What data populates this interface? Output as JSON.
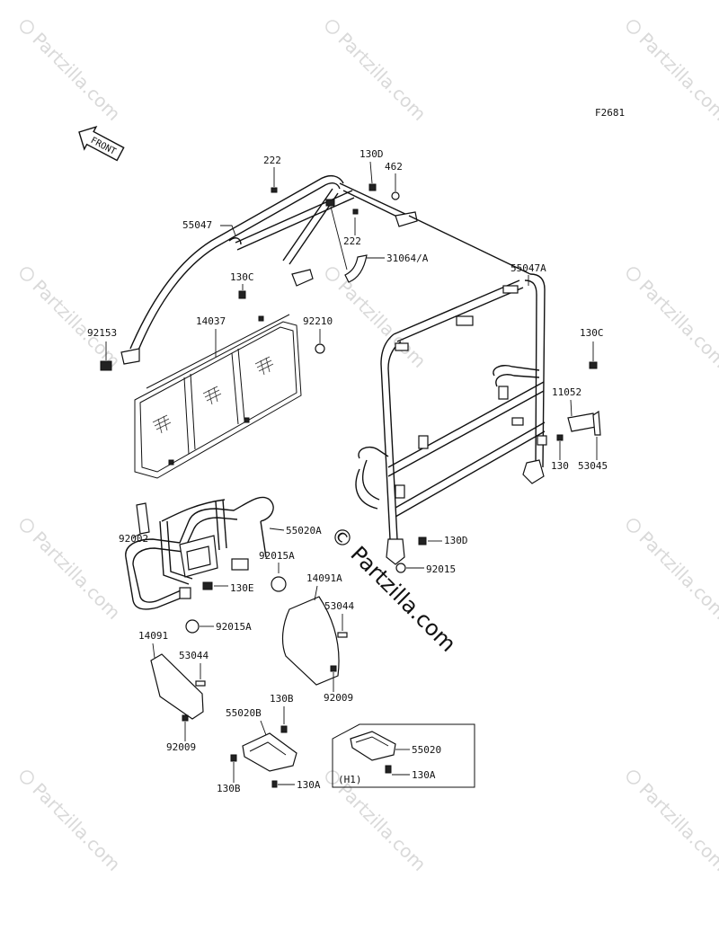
{
  "figure_id": "F2681",
  "front_arrow_label": "FRONT",
  "watermark_text": "Partzilla.com",
  "center_watermark": "© Partzilla.com",
  "callout_box_label": "(H1)",
  "labels": {
    "p222_top": "222",
    "p130D_top": "130D",
    "p462": "462",
    "p55047": "55047",
    "p222_mid": "222",
    "p31064A": "31064/A",
    "p55047A": "55047A",
    "p130C_left": "130C",
    "p92210": "92210",
    "p14037": "14037",
    "p92153": "92153",
    "p130C_right": "130C",
    "p11052": "11052",
    "p130_right": "130",
    "p53045": "53045",
    "p92002": "92002",
    "p55020A": "55020A",
    "p92015A_top": "92015A",
    "p130E": "130E",
    "p92015A_bot": "92015A",
    "p130D_mid": "130D",
    "p92015": "92015",
    "p14091A": "14091A",
    "p53044_right": "53044",
    "p92009_right": "92009",
    "p14091": "14091",
    "p53044_left": "53044",
    "p92009_left": "92009",
    "p130B_top": "130B",
    "p55020B": "55020B",
    "p130B_bot": "130B",
    "p130A_left": "130A",
    "p55020_box": "55020",
    "p130A_box": "130A"
  },
  "colors": {
    "line": "#111111",
    "watermark": "#d9d9d9",
    "background": "#ffffff"
  }
}
